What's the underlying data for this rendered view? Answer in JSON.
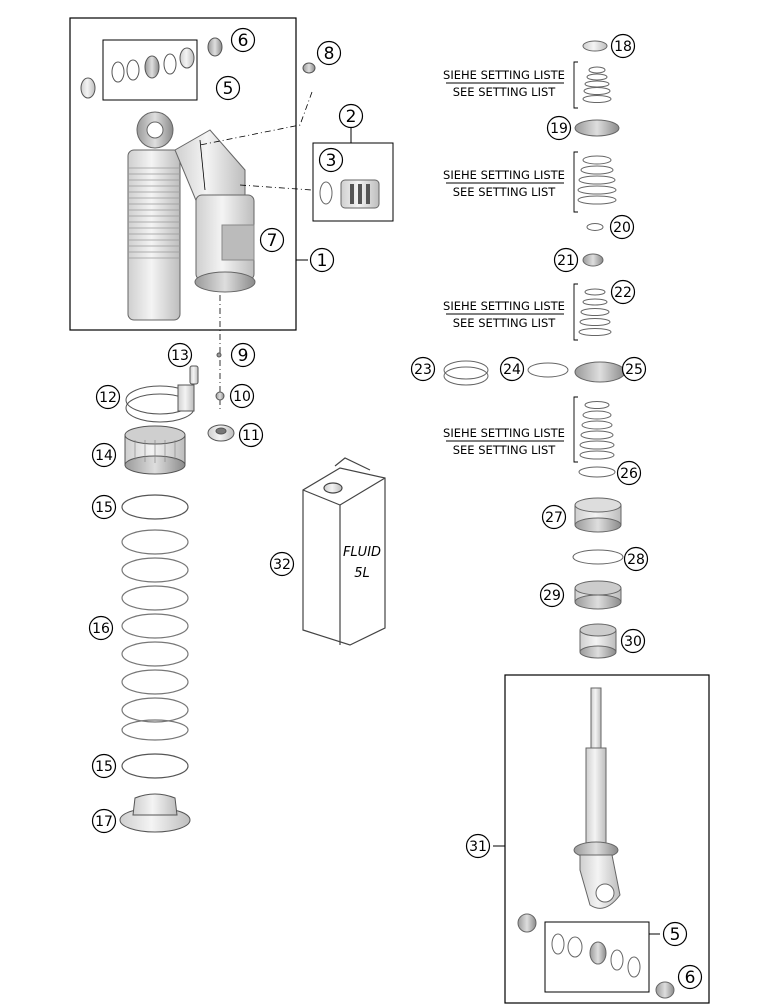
{
  "callouts": [
    {
      "id": "c1",
      "n": "1"
    },
    {
      "id": "c2",
      "n": "2"
    },
    {
      "id": "c3",
      "n": "3"
    },
    {
      "id": "c5a",
      "n": "5"
    },
    {
      "id": "c6a",
      "n": "6"
    },
    {
      "id": "c7",
      "n": "7"
    },
    {
      "id": "c8",
      "n": "8"
    },
    {
      "id": "c9",
      "n": "9"
    },
    {
      "id": "c10",
      "n": "10"
    },
    {
      "id": "c11",
      "n": "11"
    },
    {
      "id": "c12",
      "n": "12"
    },
    {
      "id": "c13",
      "n": "13"
    },
    {
      "id": "c14",
      "n": "14"
    },
    {
      "id": "c15a",
      "n": "15"
    },
    {
      "id": "c15b",
      "n": "15"
    },
    {
      "id": "c16",
      "n": "16"
    },
    {
      "id": "c17",
      "n": "17"
    },
    {
      "id": "c18",
      "n": "18"
    },
    {
      "id": "c19",
      "n": "19"
    },
    {
      "id": "c20",
      "n": "20"
    },
    {
      "id": "c21",
      "n": "21"
    },
    {
      "id": "c22",
      "n": "22"
    },
    {
      "id": "c23",
      "n": "23"
    },
    {
      "id": "c24",
      "n": "24"
    },
    {
      "id": "c25",
      "n": "25"
    },
    {
      "id": "c26",
      "n": "26"
    },
    {
      "id": "c27",
      "n": "27"
    },
    {
      "id": "c28",
      "n": "28"
    },
    {
      "id": "c29",
      "n": "29"
    },
    {
      "id": "c30",
      "n": "30"
    },
    {
      "id": "c31",
      "n": "31"
    },
    {
      "id": "c32",
      "n": "32"
    },
    {
      "id": "c5b",
      "n": "5"
    },
    {
      "id": "c6b",
      "n": "6"
    }
  ],
  "setting_labels": {
    "de": "SIEHE SETTING LISTE",
    "en": "SEE SETTING LIST"
  },
  "fluid_can": {
    "line1": "FLUID",
    "line2": "5L"
  }
}
